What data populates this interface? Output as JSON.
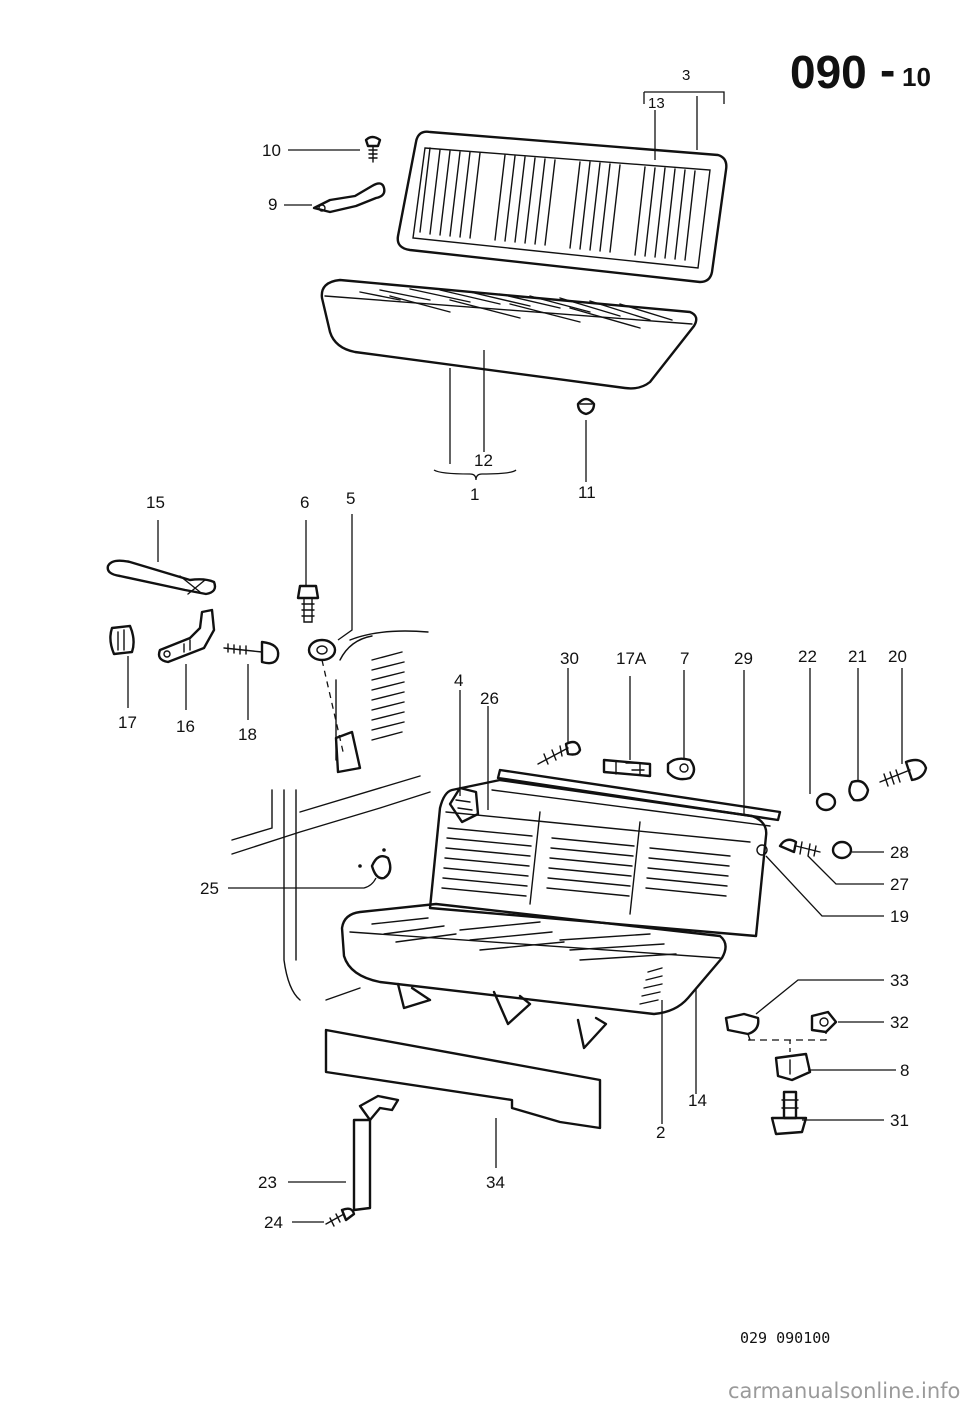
{
  "header": {
    "title": "090",
    "subtitle": "10"
  },
  "footer": {
    "reference": "029 090100",
    "watermark": "carmanualsonline.info"
  },
  "callouts": [
    "3",
    "13",
    "10",
    "9",
    "12",
    "1",
    "11",
    "15",
    "6",
    "5",
    "17",
    "16",
    "18",
    "30",
    "17A",
    "7",
    "29",
    "22",
    "21",
    "20",
    "4",
    "26",
    "28",
    "27",
    "19",
    "25",
    "33",
    "32",
    "8",
    "14",
    "2",
    "31",
    "23",
    "34",
    "24"
  ]
}
